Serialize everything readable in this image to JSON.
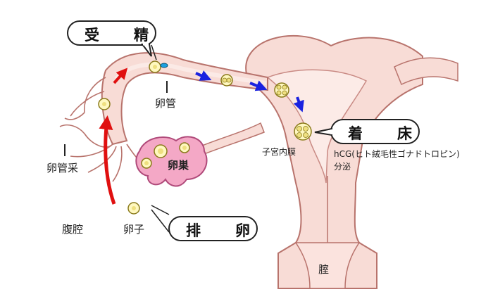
{
  "labels": {
    "fertilization": "受　精",
    "implantation": "着　床",
    "ovulation": "排　卵",
    "fallopian_tube": "卵管",
    "fimbria": "卵管采",
    "ovary": "卵巣",
    "abdominal_cavity": "腹腔",
    "egg": "卵子",
    "endometrium": "子宮内膜",
    "hcg_line1": "hCG(ヒト絨毛性ゴナドトロピン)",
    "hcg_line2": "分泌",
    "vagina": "腟"
  },
  "colors": {
    "uterus_fill": "#f8dcd6",
    "uterus_stroke": "#b8736c",
    "tube_inner": "#fbe8e4",
    "ovary_fill": "#f4a8c6",
    "ovary_stroke": "#b04a7a",
    "egg_fill": "#fff8c0",
    "egg_stroke": "#8a7a1a",
    "red_arrow": "#e01010",
    "blue_arrow": "#1a22e0"
  }
}
